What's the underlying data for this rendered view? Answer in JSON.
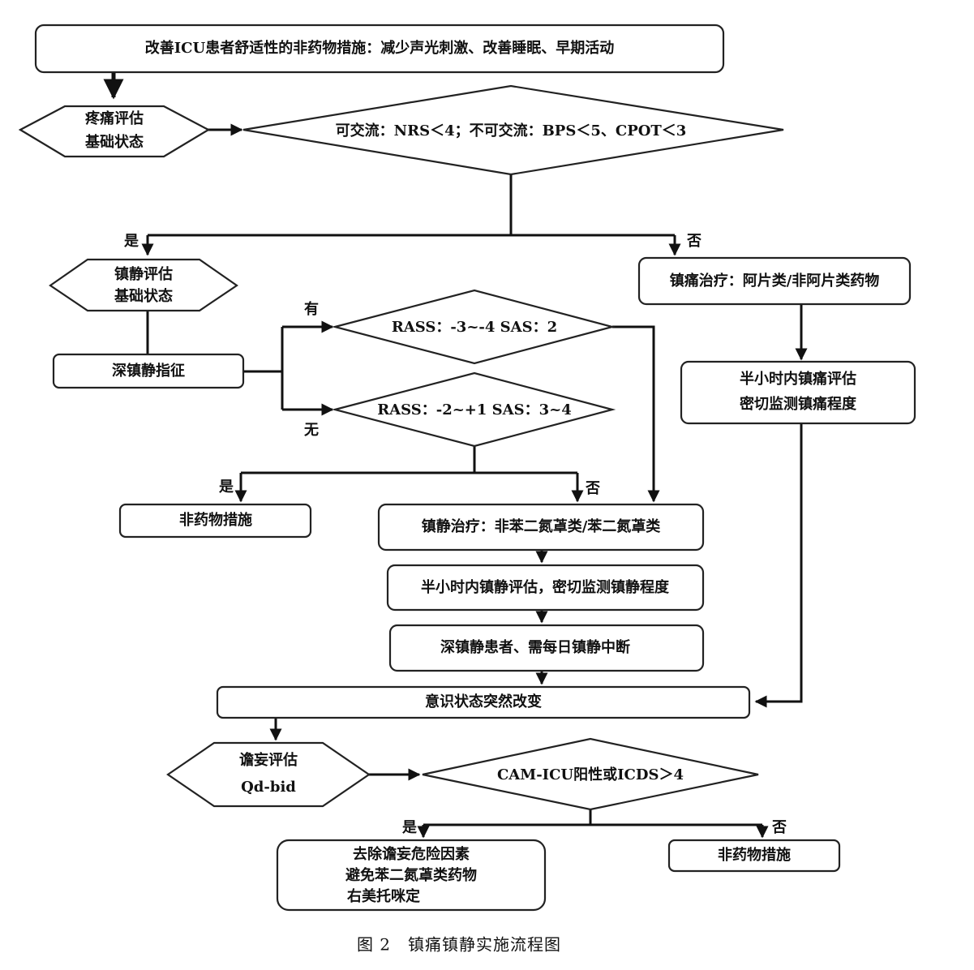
{
  "nodes": {
    "top": "改善ICU患者舒适性的非药物措施：减少声光刺激、改善睡眠、早期活动",
    "pain_assess_l1": "疼痛评估",
    "pain_assess_l2": "基础状态",
    "pain_decision": "可交流：NRS＜4；不可交流：BPS＜5、CPOT＜3",
    "sed_assess_l1": "镇静评估",
    "sed_assess_l2": "基础状态",
    "deep_sed_sign": "深镇静指征",
    "rass_deep": "RASS：-3~-4   SAS：2",
    "rass_light": "RASS：-2~+1   SAS：3~4",
    "analgesia_tx": "镇痛治疗：阿片类/非阿片类药物",
    "analgesia_eval_l1": "半小时内镇痛评估",
    "analgesia_eval_l2": "密切监测镇痛程度",
    "non_drug_1": "非药物措施",
    "sedation_tx": "镇静治疗：非苯二氮䓬类/苯二氮䓬类",
    "sedation_eval": "半小时内镇静评估，密切监测镇静程度",
    "daily_interrupt": "深镇静患者、需每日镇静中断",
    "consciousness": "意识状态突然改变",
    "delirium_l1": "谵妄评估",
    "delirium_l2": "Qd-bid",
    "cam_decision": "CAM-ICU阳性或ICDS＞4",
    "remove_l1": "去除谵妄危险因素",
    "remove_l2": "避免苯二氮䓬类药物",
    "remove_l3": "右美托咪定",
    "non_drug_2": "非药物措施"
  },
  "labels": {
    "yes": "是",
    "no": "否",
    "have": "有",
    "none": "无"
  },
  "caption": "图 2　镇痛镇静实施流程图"
}
